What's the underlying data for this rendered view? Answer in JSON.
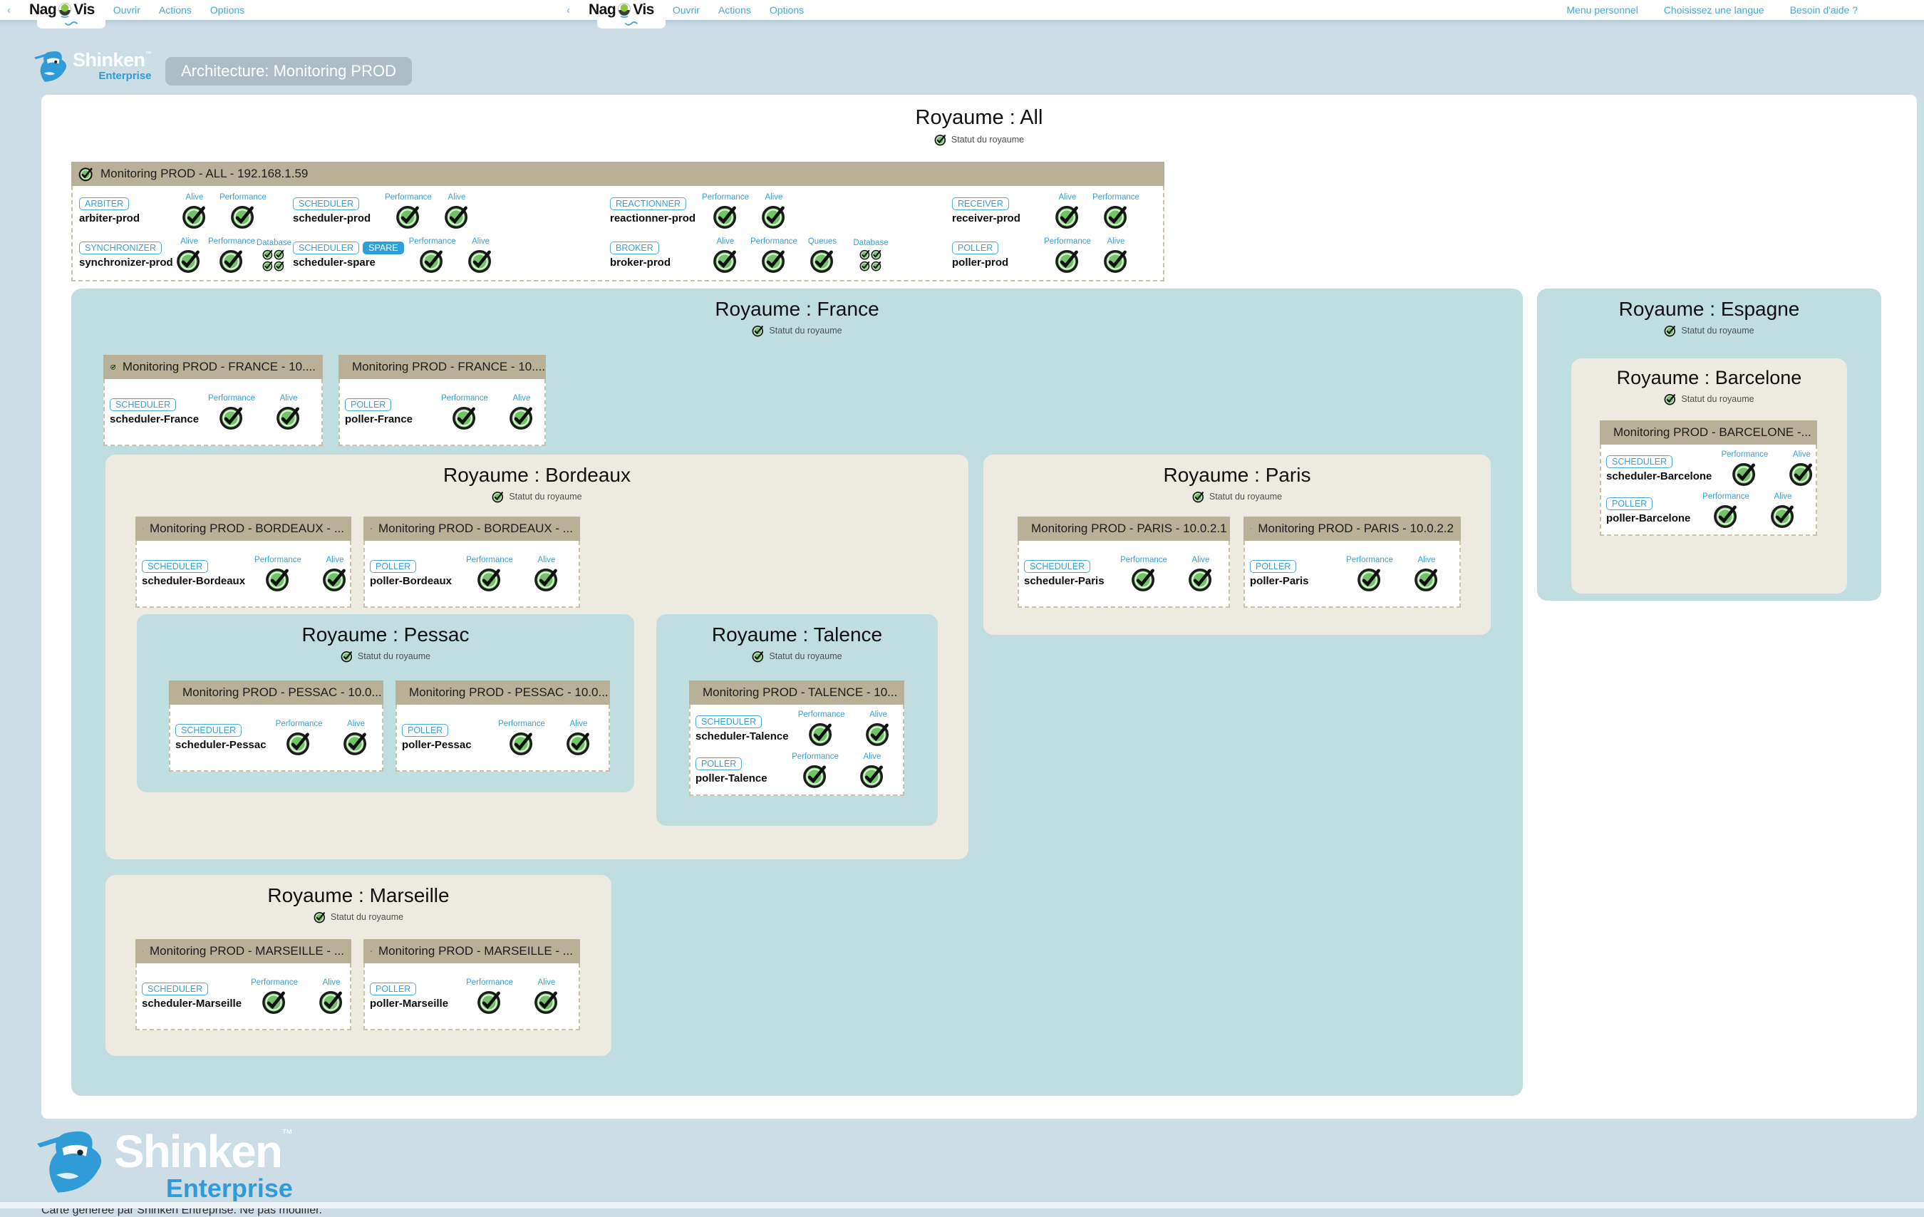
{
  "header": {
    "back": "‹",
    "brand": "NagVis",
    "menus_left": [
      "Ouvrir",
      "Actions",
      "Options"
    ],
    "menus_right": [
      "Menu personnel",
      "Choisissez une langue",
      "Besoin d'aide ?"
    ]
  },
  "branding": {
    "shinken": "Shinken",
    "tm": "™",
    "enterprise": "Enterprise",
    "architecture_label": "Architecture: Monitoring PROD",
    "footer_caption": "Carte générée par Shinken Entreprise. Ne pas modifier."
  },
  "labels": {
    "statut": "Statut du royaume"
  },
  "realms": {
    "all": {
      "title": "Royaume : All"
    },
    "france": {
      "title": "Royaume : France"
    },
    "espagne": {
      "title": "Royaume : Espagne"
    },
    "bordeaux": {
      "title": "Royaume : Bordeaux"
    },
    "paris": {
      "title": "Royaume : Paris"
    },
    "pessac": {
      "title": "Royaume : Pessac"
    },
    "talence": {
      "title": "Royaume : Talence"
    },
    "marseille": {
      "title": "Royaume : Marseille"
    },
    "barcelone": {
      "title": "Royaume : Barcelone"
    }
  },
  "nodes": {
    "all": {
      "title": "Monitoring PROD - ALL - 192.168.1.59",
      "rows": [
        [
          {
            "badge": "ARBITER",
            "name": "arbiter-prod",
            "metrics": [
              {
                "label": "Alive",
                "icon": "check"
              },
              {
                "label": "Performance",
                "icon": "check"
              }
            ]
          },
          {
            "badge": "SCHEDULER",
            "name": "scheduler-prod",
            "metrics": [
              {
                "label": "Performance",
                "icon": "check"
              },
              {
                "label": "Alive",
                "icon": "check"
              }
            ]
          },
          {
            "badge": "REACTIONNER",
            "name": "reactionner-prod",
            "metrics": [
              {
                "label": "Performance",
                "icon": "check"
              },
              {
                "label": "Alive",
                "icon": "check"
              }
            ]
          },
          {
            "badge": "RECEIVER",
            "name": "receiver-prod",
            "metrics": [
              {
                "label": "Alive",
                "icon": "check"
              },
              {
                "label": "Performance",
                "icon": "check"
              }
            ]
          }
        ],
        [
          {
            "badge": "SYNCHRONIZER",
            "name": "synchronizer-prod",
            "metrics": [
              {
                "label": "Alive",
                "icon": "check"
              },
              {
                "label": "Performance",
                "icon": "check"
              },
              {
                "label": "Database",
                "icon": "quad"
              }
            ]
          },
          {
            "badge": "SCHEDULER",
            "spare": "SPARE",
            "name": "scheduler-spare",
            "metrics": [
              {
                "label": "Performance",
                "icon": "check"
              },
              {
                "label": "Alive",
                "icon": "check"
              }
            ]
          },
          {
            "badge": "BROKER",
            "name": "broker-prod",
            "metrics": [
              {
                "label": "Alive",
                "icon": "check"
              },
              {
                "label": "Performance",
                "icon": "check"
              },
              {
                "label": "Queues",
                "icon": "check"
              },
              {
                "label": "Database",
                "icon": "quad"
              }
            ]
          },
          {
            "badge": "POLLER",
            "name": "poller-prod",
            "metrics": [
              {
                "label": "Performance",
                "icon": "check"
              },
              {
                "label": "Alive",
                "icon": "check"
              }
            ]
          }
        ]
      ]
    },
    "france_1": {
      "title": "Monitoring PROD - FRANCE - 10....",
      "rows": [
        [
          {
            "badge": "SCHEDULER",
            "name": "scheduler-France",
            "metrics": [
              {
                "label": "Performance",
                "icon": "check"
              },
              {
                "label": "Alive",
                "icon": "check"
              }
            ]
          }
        ]
      ]
    },
    "france_2": {
      "title": "Monitoring PROD - FRANCE - 10....",
      "rows": [
        [
          {
            "badge": "POLLER",
            "name": "poller-France",
            "metrics": [
              {
                "label": "Performance",
                "icon": "check"
              },
              {
                "label": "Alive",
                "icon": "check"
              }
            ]
          }
        ]
      ]
    },
    "bordeaux_1": {
      "title": "Monitoring PROD - BORDEAUX - ...",
      "rows": [
        [
          {
            "badge": "SCHEDULER",
            "name": "scheduler-Bordeaux",
            "metrics": [
              {
                "label": "Performance",
                "icon": "check"
              },
              {
                "label": "Alive",
                "icon": "check"
              }
            ]
          }
        ]
      ]
    },
    "bordeaux_2": {
      "title": "Monitoring PROD - BORDEAUX - ...",
      "rows": [
        [
          {
            "badge": "POLLER",
            "name": "poller-Bordeaux",
            "metrics": [
              {
                "label": "Performance",
                "icon": "check"
              },
              {
                "label": "Alive",
                "icon": "check"
              }
            ]
          }
        ]
      ]
    },
    "paris_1": {
      "title": "Monitoring PROD - PARIS - 10.0.2.1",
      "rows": [
        [
          {
            "badge": "SCHEDULER",
            "name": "scheduler-Paris",
            "metrics": [
              {
                "label": "Performance",
                "icon": "check"
              },
              {
                "label": "Alive",
                "icon": "check"
              }
            ]
          }
        ]
      ]
    },
    "paris_2": {
      "title": "Monitoring PROD - PARIS - 10.0.2.2",
      "rows": [
        [
          {
            "badge": "POLLER",
            "name": "poller-Paris",
            "metrics": [
              {
                "label": "Performance",
                "icon": "check"
              },
              {
                "label": "Alive",
                "icon": "check"
              }
            ]
          }
        ]
      ]
    },
    "pessac_1": {
      "title": "Monitoring PROD - PESSAC - 10.0...",
      "rows": [
        [
          {
            "badge": "SCHEDULER",
            "name": "scheduler-Pessac",
            "metrics": [
              {
                "label": "Performance",
                "icon": "check"
              },
              {
                "label": "Alive",
                "icon": "check"
              }
            ]
          }
        ]
      ]
    },
    "pessac_2": {
      "title": "Monitoring PROD - PESSAC - 10.0...",
      "rows": [
        [
          {
            "badge": "POLLER",
            "name": "poller-Pessac",
            "metrics": [
              {
                "label": "Performance",
                "icon": "check"
              },
              {
                "label": "Alive",
                "icon": "check"
              }
            ]
          }
        ]
      ]
    },
    "talence_1": {
      "title": "Monitoring PROD - TALENCE - 10...",
      "rows": [
        [
          {
            "badge": "SCHEDULER",
            "name": "scheduler-Talence",
            "metrics": [
              {
                "label": "Performance",
                "icon": "check"
              },
              {
                "label": "Alive",
                "icon": "check"
              }
            ]
          }
        ],
        [
          {
            "badge": "POLLER",
            "name": "poller-Talence",
            "metrics": [
              {
                "label": "Performance",
                "icon": "check"
              },
              {
                "label": "Alive",
                "icon": "check"
              }
            ]
          }
        ]
      ]
    },
    "marseille_1": {
      "title": "Monitoring PROD - MARSEILLE - ...",
      "rows": [
        [
          {
            "badge": "SCHEDULER",
            "name": "scheduler-Marseille",
            "metrics": [
              {
                "label": "Performance",
                "icon": "check"
              },
              {
                "label": "Alive",
                "icon": "check"
              }
            ]
          }
        ]
      ]
    },
    "marseille_2": {
      "title": "Monitoring PROD - MARSEILLE - ...",
      "rows": [
        [
          {
            "badge": "POLLER",
            "name": "poller-Marseille",
            "metrics": [
              {
                "label": "Performance",
                "icon": "check"
              },
              {
                "label": "Alive",
                "icon": "check"
              }
            ]
          }
        ]
      ]
    },
    "barcelone_1": {
      "title": "Monitoring PROD - BARCELONE -...",
      "rows": [
        [
          {
            "badge": "SCHEDULER",
            "name": "scheduler-Barcelone",
            "metrics": [
              {
                "label": "Performance",
                "icon": "check"
              },
              {
                "label": "Alive",
                "icon": "check"
              }
            ]
          }
        ],
        [
          {
            "badge": "POLLER",
            "name": "poller-Barcelone",
            "metrics": [
              {
                "label": "Performance",
                "icon": "check"
              },
              {
                "label": "Alive",
                "icon": "check"
              }
            ]
          }
        ]
      ]
    }
  }
}
